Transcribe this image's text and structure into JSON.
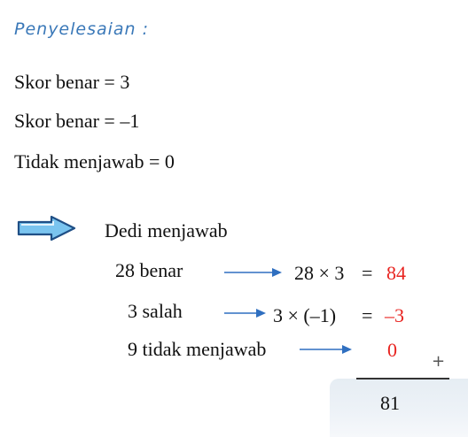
{
  "heading": "Penyelesaian :",
  "rules": [
    "Skor benar = 3",
    "Skor benar = –1",
    "Tidak menjawab = 0"
  ],
  "intro": "Dedi menjawab",
  "rows": [
    {
      "label": "28 benar",
      "expr": "28 × 3",
      "eq": "=",
      "result": "84"
    },
    {
      "label": "3 salah",
      "expr": "3 × (–1)",
      "eq": "=",
      "result": "–3"
    },
    {
      "label": "9 tidak menjawab",
      "expr": "",
      "eq": "",
      "result": "0"
    }
  ],
  "plus": "+",
  "total": "81",
  "colors": {
    "heading": "#3a78b8",
    "result": "#e8231f",
    "arrow": "#2f6fc0",
    "pointer": "#4aa3df"
  },
  "icons": {
    "pointer": "right-arrow-icon",
    "small_arrows": "arrow-right-icon"
  }
}
